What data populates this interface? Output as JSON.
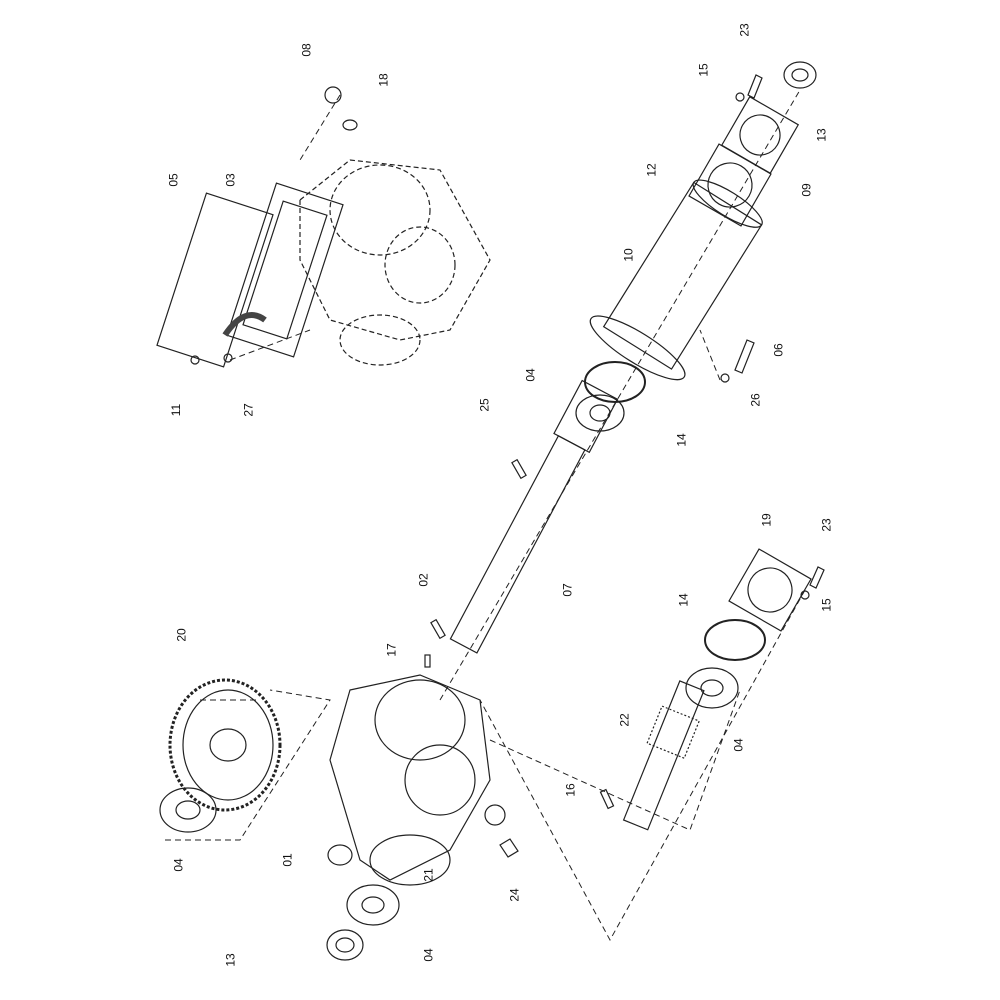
{
  "title": "Gearbox exploded parts diagram",
  "parts": [
    {
      "id": "08"
    },
    {
      "id": "18"
    },
    {
      "id": "05"
    },
    {
      "id": "03"
    },
    {
      "id": "11"
    },
    {
      "id": "27"
    },
    {
      "id": "23"
    },
    {
      "id": "15"
    },
    {
      "id": "13"
    },
    {
      "id": "12"
    },
    {
      "id": "09"
    },
    {
      "id": "10"
    },
    {
      "id": "06"
    },
    {
      "id": "26"
    },
    {
      "id": "04"
    },
    {
      "id": "14"
    },
    {
      "id": "25"
    },
    {
      "id": "02"
    },
    {
      "id": "07"
    },
    {
      "id": "17"
    },
    {
      "id": "19"
    },
    {
      "id": "23"
    },
    {
      "id": "15"
    },
    {
      "id": "14"
    },
    {
      "id": "20"
    },
    {
      "id": "22"
    },
    {
      "id": "04"
    },
    {
      "id": "16"
    },
    {
      "id": "01"
    },
    {
      "id": "24"
    },
    {
      "id": "04"
    },
    {
      "id": "21"
    },
    {
      "id": "13"
    },
    {
      "id": "04"
    }
  ]
}
